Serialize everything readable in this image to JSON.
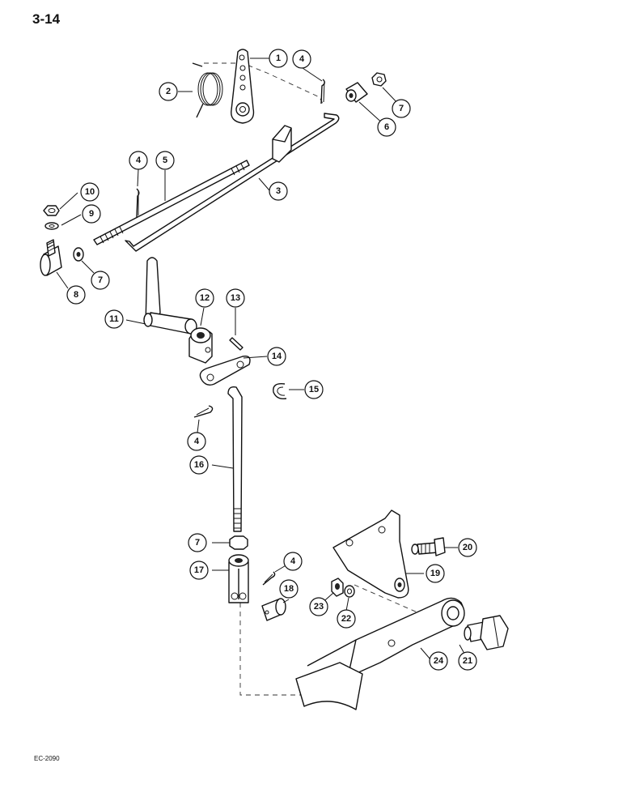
{
  "page_number": "3-14",
  "figure_code": "EC-2090",
  "callouts": [
    {
      "id": "c1",
      "label": "1"
    },
    {
      "id": "c2",
      "label": "2"
    },
    {
      "id": "c3",
      "label": "3"
    },
    {
      "id": "c4a",
      "label": "4"
    },
    {
      "id": "c4b",
      "label": "4"
    },
    {
      "id": "c4c",
      "label": "4"
    },
    {
      "id": "c4d",
      "label": "4"
    },
    {
      "id": "c5",
      "label": "5"
    },
    {
      "id": "c6",
      "label": "6"
    },
    {
      "id": "c7a",
      "label": "7"
    },
    {
      "id": "c7b",
      "label": "7"
    },
    {
      "id": "c7c",
      "label": "7"
    },
    {
      "id": "c8",
      "label": "8"
    },
    {
      "id": "c9",
      "label": "9"
    },
    {
      "id": "c10",
      "label": "10"
    },
    {
      "id": "c11",
      "label": "11"
    },
    {
      "id": "c12",
      "label": "12"
    },
    {
      "id": "c13",
      "label": "13"
    },
    {
      "id": "c14",
      "label": "14"
    },
    {
      "id": "c15",
      "label": "15"
    },
    {
      "id": "c16",
      "label": "16"
    },
    {
      "id": "c17",
      "label": "17"
    },
    {
      "id": "c18",
      "label": "18"
    },
    {
      "id": "c19",
      "label": "19"
    },
    {
      "id": "c20",
      "label": "20"
    },
    {
      "id": "c21",
      "label": "21"
    },
    {
      "id": "c22",
      "label": "22"
    },
    {
      "id": "c23",
      "label": "23"
    },
    {
      "id": "c24",
      "label": "24"
    }
  ]
}
